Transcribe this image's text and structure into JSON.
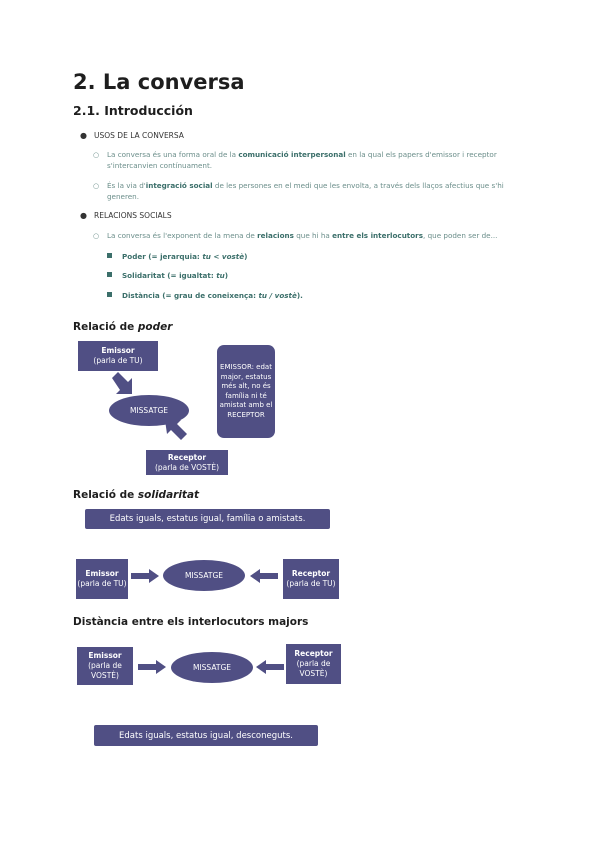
{
  "title": "2. La conversa",
  "subtitle": "2.1. Introducción",
  "bullets": [
    {
      "label": "USOS DE LA CONVERSA",
      "items": [
        {
          "pre": "La conversa és una forma oral de la ",
          "bold": "comunicació interpersonal",
          "post": " en la qual els papers d'emissor i receptor s'intercanvien contínuament."
        },
        {
          "pre": "És la via d'",
          "bold": "integració social",
          "post": " de les persones en el medi que les envolta, a través dels llaços afectius que s'hi generen."
        }
      ]
    },
    {
      "label": "RELACIONS SOCIALS",
      "items": [
        {
          "pre": "La conversa és l'exponent de la mena de ",
          "bold": "relacions",
          "mid": " que hi ha ",
          "bold2": "entre els interlocutors",
          "post": ", que poden ser de..."
        }
      ],
      "types": [
        {
          "text": "Poder (= jerarquia: ",
          "ital": "tu < vostè",
          "end": ")"
        },
        {
          "text": "Solidaritat (= igualtat: ",
          "ital": "tu",
          "end": ")"
        },
        {
          "text": "Distància (= grau de coneixença: ",
          "ital": "tu / vostè",
          "end": ")."
        }
      ]
    }
  ],
  "diagram1": {
    "heading_pre": "Relació de ",
    "heading_ital": "poder",
    "emissor": "Emissor",
    "emissor_sub": "(parla de TU)",
    "message": "MISSATGE",
    "receptor": "Receptor",
    "receptor_sub": "(parla de VOSTÈ)",
    "note": "EMISSOR: edat major, estatus més alt, no és família ni té amistat amb el RECEPTOR"
  },
  "diagram2": {
    "heading_pre": "Relació de ",
    "heading_ital": "solidaritat",
    "banner": "Edats iguals, estatus igual, família o amistats.",
    "emissor": "Emissor",
    "emissor_sub": "(parla de TU)",
    "message": "MISSATGE",
    "receptor": "Receptor",
    "receptor_sub": "(parla de TU)"
  },
  "diagram3": {
    "heading": "Distància entre els interlocutors majors",
    "emissor": "Emissor",
    "emissor_sub": "(parla de VOSTÈ)",
    "message": "MISSATGE",
    "receptor": "Receptor",
    "receptor_sub": "(parla de VOSTÈ)",
    "banner": "Edats iguals, estatus igual, desconeguts."
  }
}
